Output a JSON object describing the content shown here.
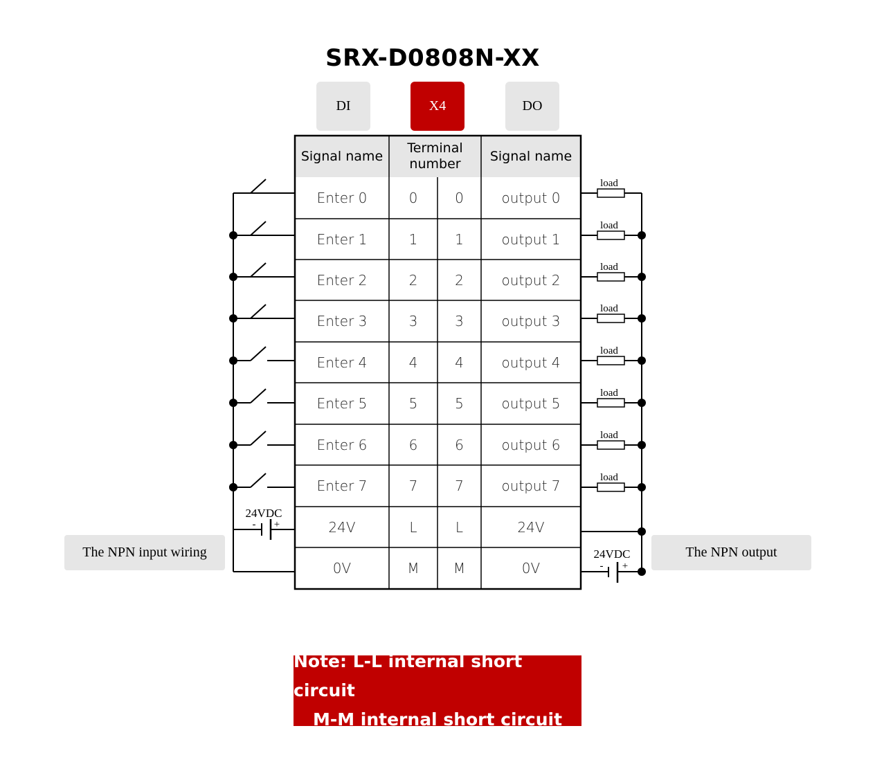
{
  "title": "SRX-D0808N-XX",
  "tabs": [
    {
      "label": "DI",
      "active": false
    },
    {
      "label": "X4",
      "active": true
    },
    {
      "label": "DO",
      "active": false
    }
  ],
  "table": {
    "headers": [
      "Signal name",
      "Terminal number",
      "Signal name"
    ],
    "rows": [
      [
        "Enter 0",
        "0",
        "0",
        "output 0"
      ],
      [
        "Enter 1",
        "1",
        "1",
        "output 1"
      ],
      [
        "Enter 2",
        "2",
        "2",
        "output 2"
      ],
      [
        "Enter 3",
        "3",
        "3",
        "output 3"
      ],
      [
        "Enter 4",
        "4",
        "4",
        "output 4"
      ],
      [
        "Enter 5",
        "5",
        "5",
        "output 5"
      ],
      [
        "Enter 6",
        "6",
        "6",
        "output 6"
      ],
      [
        "Enter 7",
        "7",
        "7",
        "output 7"
      ],
      [
        "24V",
        "L",
        "L",
        "24V"
      ],
      [
        "0V",
        "M",
        "M",
        "0V"
      ]
    ]
  },
  "wiring": {
    "load_label": "load",
    "supply_label": "24VDC",
    "minus": "-",
    "plus": "+"
  },
  "labels": {
    "input": "The NPN input wiring",
    "output": "The NPN output"
  },
  "note": {
    "line1": "Note: L-L internal short circuit",
    "line2": "M-M internal short circuit"
  },
  "colors": {
    "accent": "#c00000",
    "panel": "#e6e6e6"
  }
}
